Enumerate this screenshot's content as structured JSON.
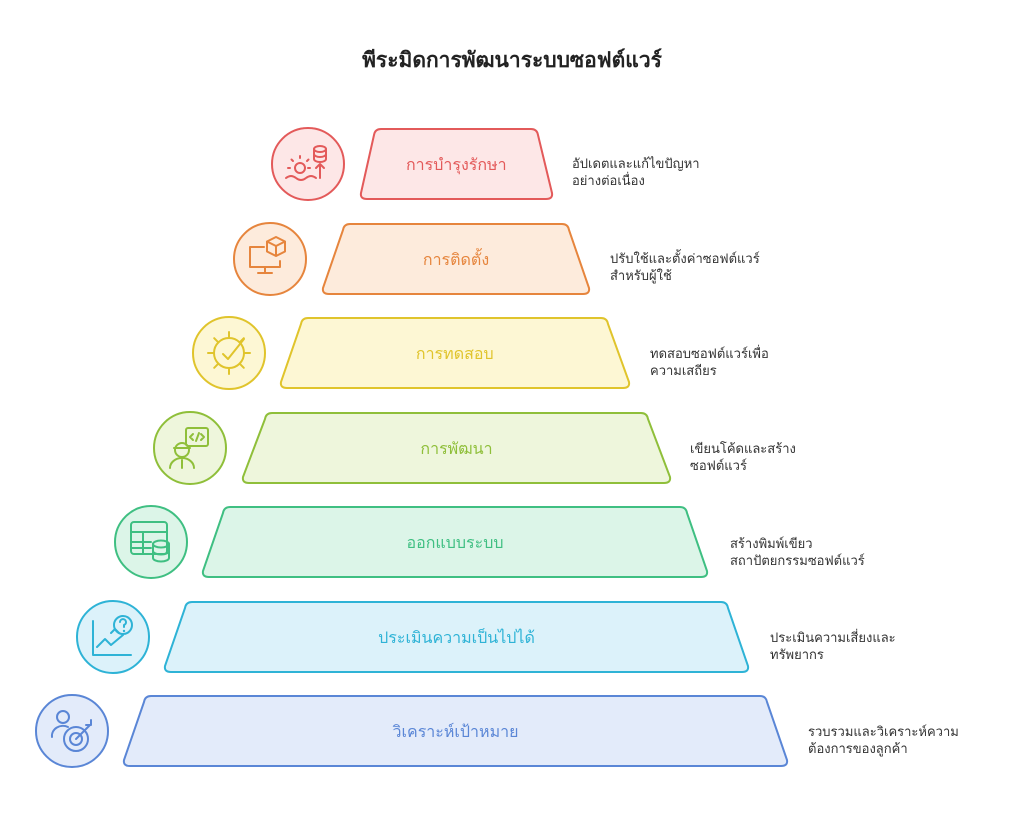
{
  "title": "พีระมิดการพัฒนาระบบซอฟต์แวร์",
  "levels": [
    {
      "label": "การบำรุงรักษา",
      "description": "อัปเดตและแก้ไขปัญหา\nอย่างต่อเนื่อง",
      "icon": "maintenance-database-icon",
      "color": "#e35a5a",
      "fill": "#fde7e7"
    },
    {
      "label": "การติดตั้ง",
      "description": "ปรับใช้และตั้งค่าซอฟต์แวร์\nสำหรับผู้ใช้",
      "icon": "deploy-monitor-box-icon",
      "color": "#e6853d",
      "fill": "#fdebdc"
    },
    {
      "label": "การทดสอบ",
      "description": "ทดสอบซอฟต์แวร์เพื่อ\nความเสถียร",
      "icon": "gear-check-icon",
      "color": "#e0c42c",
      "fill": "#fdf7d4"
    },
    {
      "label": "การพัฒนา",
      "description": "เขียนโค้ดและสร้าง\nซอฟต์แวร์",
      "icon": "developer-code-icon",
      "color": "#8fbf3a",
      "fill": "#eef6dc"
    },
    {
      "label": "ออกแบบระบบ",
      "description": "สร้างพิมพ์เขียว\nสถาปัตยกรรมซอฟต์แวร์",
      "icon": "table-database-icon",
      "color": "#3fbf82",
      "fill": "#dcf5e8"
    },
    {
      "label": "ประเมินความเป็นไปได้",
      "description": "ประเมินความเสี่ยงและ\nทรัพยากร",
      "icon": "chart-question-icon",
      "color": "#2eb3d6",
      "fill": "#dcf2fa"
    },
    {
      "label": "วิเคราะห์เป้าหมาย",
      "description": "รวบรวมและวิเคราะห์ความ\nต้องการของลูกค้า",
      "icon": "person-target-icon",
      "color": "#5a86d6",
      "fill": "#e3ebfa"
    }
  ]
}
